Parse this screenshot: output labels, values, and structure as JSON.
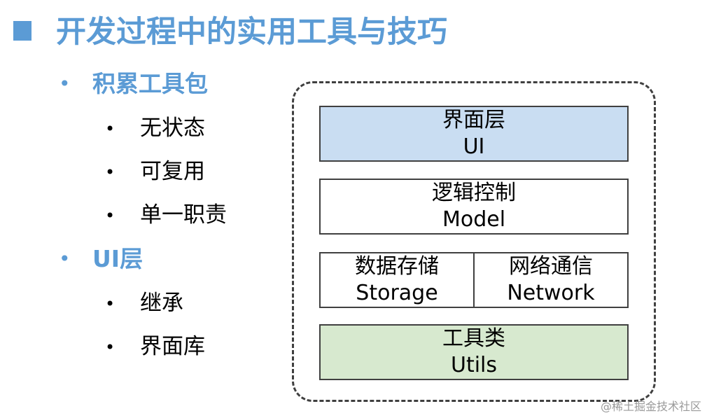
{
  "title": "开发过程中的实用工具与技巧",
  "sections": [
    {
      "label": "积累工具包",
      "items": [
        "无状态",
        "可复用",
        "单一职责"
      ]
    },
    {
      "label": "UI层",
      "items": [
        "继承",
        "界面库"
      ]
    }
  ],
  "diagram": {
    "ui": {
      "zh": "界面层",
      "en": "UI"
    },
    "model": {
      "zh": "逻辑控制",
      "en": "Model"
    },
    "storage": {
      "zh": "数据存储",
      "en": "Storage"
    },
    "network": {
      "zh": "网络通信",
      "en": "Network"
    },
    "utils": {
      "zh": "工具类",
      "en": "Utils"
    }
  },
  "watermark": "@稀土掘金技术社区",
  "colors": {
    "accent": "#5b9bd5",
    "ui_fill": "#c9ddf2",
    "utils_fill": "#d7e9cf",
    "border": "#404040"
  },
  "bullet_glyphs": {
    "level1": "•",
    "level2": "•"
  }
}
